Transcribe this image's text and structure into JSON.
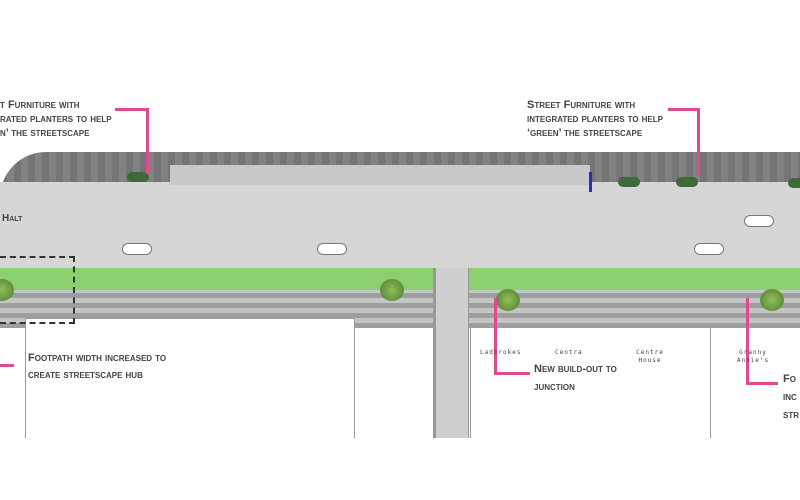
{
  "annotations": {
    "left_furniture": [
      "t Furniture with",
      "rated planters to help",
      "n’ the streetscape"
    ],
    "right_furniture": [
      "Street Furniture with",
      "integrated planters to help",
      "‘green’ the streetscape"
    ],
    "footpath": [
      "Footpath width increased to",
      "create streetscape hub"
    ],
    "buildout": [
      "New build-out to",
      "junction"
    ],
    "right_clipped": [
      "Fo",
      "inc",
      "str"
    ],
    "halt": "Halt"
  },
  "shops": {
    "ladbrokes": "Ladbrokes",
    "centra": "Centra",
    "centre_house": "Centre House",
    "granny": "Granny Annie's"
  },
  "colors": {
    "leader": "#e2498f",
    "grass": "#8ccf6e"
  }
}
